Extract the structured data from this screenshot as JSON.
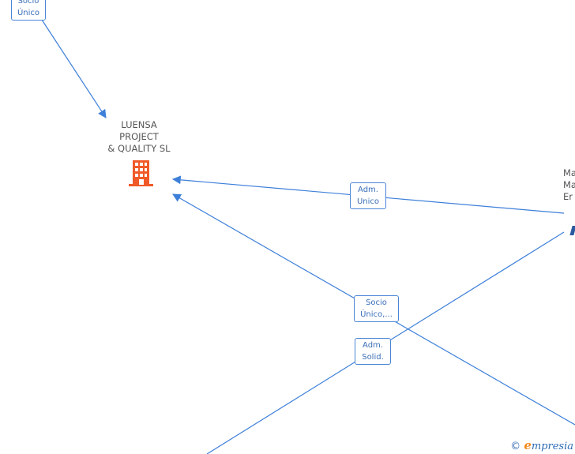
{
  "nodes": {
    "company": {
      "label_lines": [
        "LUENSA",
        "PROJECT",
        "& QUALITY  SL"
      ],
      "icon": "building-icon",
      "icon_color": "#f05a28"
    },
    "right_partial": {
      "lines": [
        "Ma",
        "Ma",
        "Er"
      ]
    }
  },
  "edges": {
    "top_left": {
      "label_lines": [
        "Socio",
        "Único"
      ]
    },
    "adm_unico": {
      "label_lines": [
        "Adm.",
        "Unico"
      ]
    },
    "socio_unico": {
      "label_lines": [
        "Socio",
        "Único,..."
      ]
    },
    "adm_solid": {
      "label_lines": [
        "Adm.",
        "Solid."
      ]
    }
  },
  "colors": {
    "edge": "#3d7fd9",
    "label_border": "#4a86d6",
    "label_text": "#3a6fb8"
  },
  "watermark": {
    "copyright": "©",
    "brand_initial": "e",
    "brand_rest": "mpresia"
  }
}
